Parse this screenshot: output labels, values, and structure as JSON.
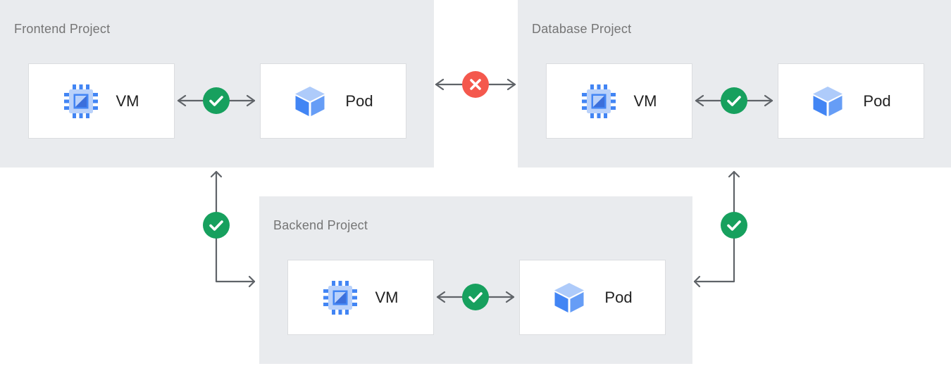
{
  "diagram": {
    "colors": {
      "allowed": "#17a05e",
      "blocked": "#f4584d",
      "panel_bg": "#e9ebee",
      "arrow": "#5f6368",
      "node_border": "#dbdde0",
      "title_text": "#757575",
      "label_text": "#212121",
      "icon_blue": "#4285f4",
      "icon_blue_light": "#aecbfa",
      "icon_blue_medium": "#669df6",
      "icon_blue_dark": "#3b6fdb"
    },
    "projects": [
      {
        "title": "Frontend Project",
        "vm_label": "VM",
        "pod_label": "Pod",
        "internal_link": "allowed"
      },
      {
        "title": "Database Project",
        "vm_label": "VM",
        "pod_label": "Pod",
        "internal_link": "allowed"
      },
      {
        "title": "Backend Project",
        "vm_label": "VM",
        "pod_label": "Pod",
        "internal_link": "allowed"
      }
    ],
    "connections": [
      {
        "from": "Frontend Project",
        "to": "Database Project",
        "status": "blocked"
      },
      {
        "from": "Frontend Project",
        "to": "Backend Project",
        "status": "allowed"
      },
      {
        "from": "Backend Project",
        "to": "Database Project",
        "status": "allowed"
      }
    ]
  }
}
